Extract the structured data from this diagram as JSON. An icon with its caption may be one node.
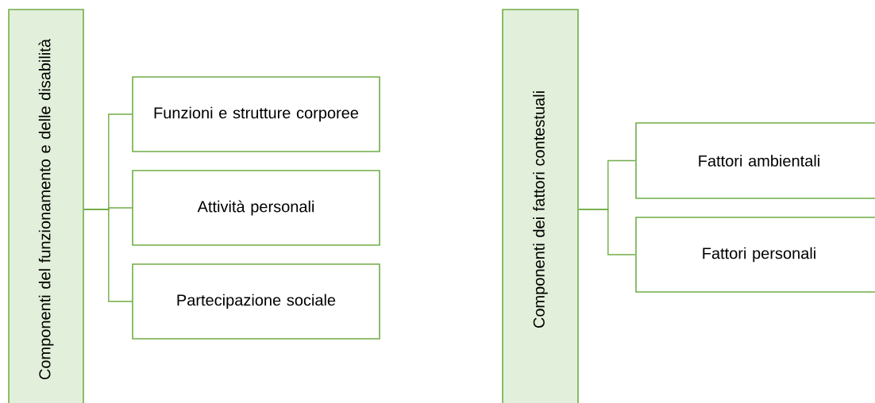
{
  "diagram": {
    "nodes": [
      {
        "text": [
          "Componenti del funzionamento e delle disabilità"
        ]
      },
      {
        "text": [
          "Funzioni e strutture corporee"
        ]
      },
      {
        "text": [
          "Attività personali"
        ]
      },
      {
        "text": [
          "Partecipazione sociale"
        ]
      },
      {
        "text": [
          "Componenti dei fattori contestuali"
        ]
      },
      {
        "text": [
          "Fattori ambientali"
        ]
      },
      {
        "text": [
          "Fattori personali"
        ]
      }
    ],
    "edges": [
      {
        "from": 0,
        "to": 1,
        "arrow": "none"
      },
      {
        "from": 0,
        "to": 2,
        "arrow": "none"
      },
      {
        "from": 0,
        "to": 3,
        "arrow": "none"
      },
      {
        "from": 4,
        "to": 5,
        "arrow": "none"
      },
      {
        "from": 4,
        "to": 6,
        "arrow": "none"
      }
    ]
  }
}
